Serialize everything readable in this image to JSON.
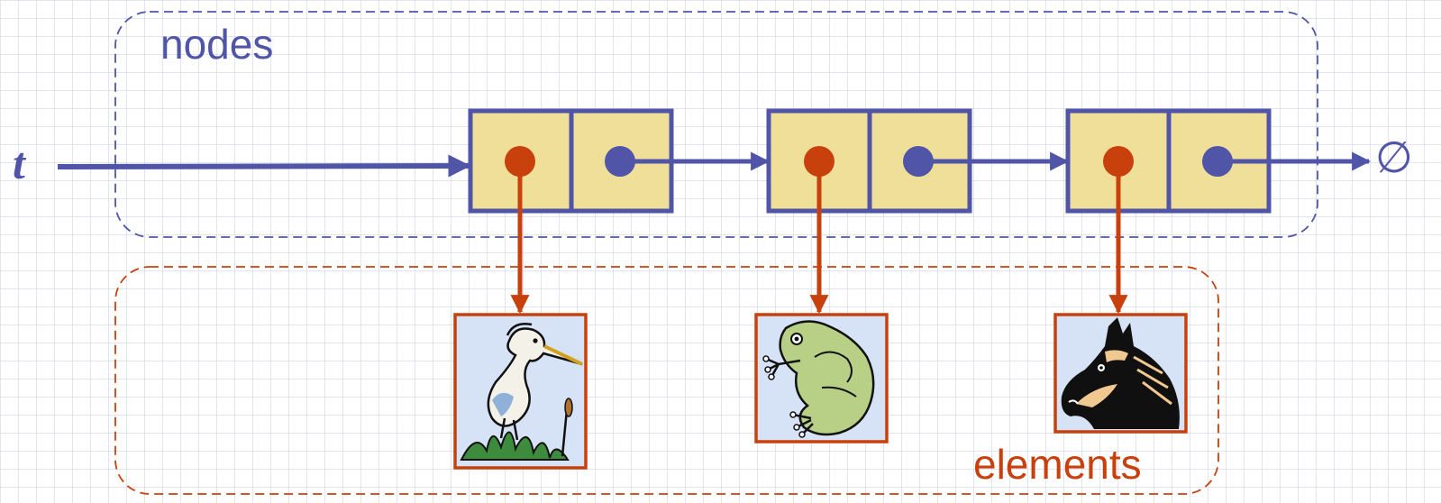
{
  "labels": {
    "nodes": "nodes",
    "elements": "elements",
    "head_pointer": "t",
    "null_symbol": "∅"
  },
  "linked_list": {
    "head": "t",
    "node_count": 3,
    "nodes": [
      {
        "element": "heron-image"
      },
      {
        "element": "frog-image"
      },
      {
        "element": "horse-image"
      }
    ],
    "tail_next": "∅"
  },
  "colors": {
    "node_fill": "#f0df98",
    "node_border": "#5055a8",
    "pointer_blue": "#5055a8",
    "pointer_red": "#c8400c",
    "image_background": "#d6e2f5"
  }
}
